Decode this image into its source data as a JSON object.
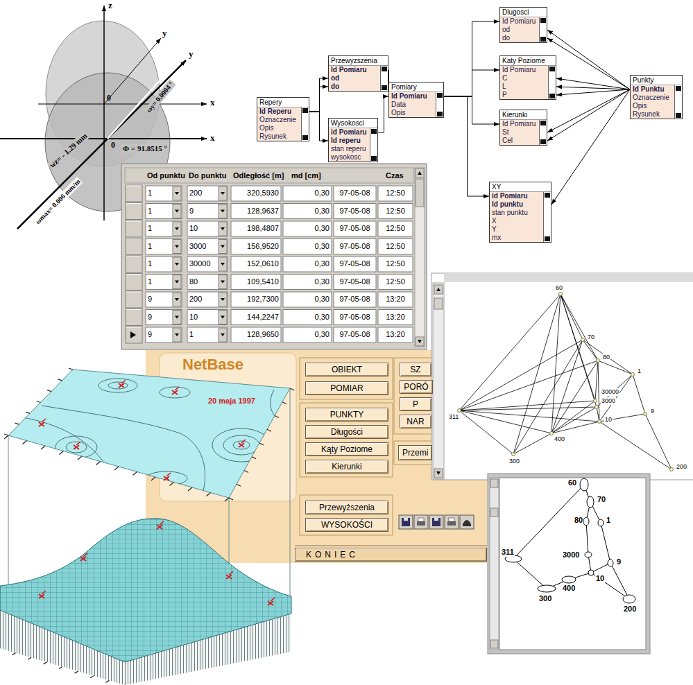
{
  "diagram": {
    "nodes": [
      {
        "text": [
          "Repery",
          "Id Reperu",
          "Oznaczenie",
          "Opis",
          "Rysunek"
        ]
      },
      {
        "text": [
          "Przewyzszenia",
          "Id Pomiaru",
          "od",
          "do"
        ]
      },
      {
        "text": [
          "Wysokosci",
          "id Pomiaru",
          "Id reperu",
          "stan reperu",
          "wysokosc"
        ]
      },
      {
        "text": [
          "Pomiary",
          "Id Pomiaru",
          "Data",
          "Opis"
        ]
      },
      {
        "text": [
          "Dlugosci",
          "Id Pomiaru",
          "od",
          "do"
        ]
      },
      {
        "text": [
          "Katy Poziome",
          "Id Pomiaru",
          "C",
          "L",
          "P"
        ]
      },
      {
        "text": [
          "Kierunki",
          "Id Pomiaru",
          "St",
          "Cel"
        ]
      },
      {
        "text": [
          "XY",
          "id Pomiaru",
          "Id punktu",
          "stan punktu",
          "X",
          "Y",
          "mx"
        ]
      },
      {
        "text": [
          "Punkty",
          "Id Punktu",
          "Oznaczenie",
          "Opis",
          "Rysunek"
        ]
      },
      {
        "text": [
          "NetBase",
          "20 maja 1997"
        ]
      },
      {
        "text": [
          "OBIEKT"
        ],
        "in": 9
      },
      {
        "text": [
          "POMIAR"
        ],
        "in": 9
      },
      {
        "text": [
          "SZ"
        ],
        "in": 9
      },
      {
        "text": [
          "PORÓ"
        ],
        "in": 9
      },
      {
        "text": [
          "P"
        ],
        "in": 9
      },
      {
        "text": [
          "NAR"
        ],
        "in": 9
      },
      {
        "text": [
          "PUNKTY"
        ],
        "in": 9
      },
      {
        "text": [
          "Długości"
        ],
        "in": 9
      },
      {
        "text": [
          "Kąty Poziome"
        ],
        "in": 9
      },
      {
        "text": [
          "Kierunki"
        ],
        "in": 9
      },
      {
        "text": [
          "Przemi"
        ],
        "in": 9
      },
      {
        "text": [
          "Przewyższenia"
        ],
        "in": 9
      },
      {
        "text": [
          "WYSOKOŚCI"
        ],
        "in": 9
      },
      {
        "text": [
          "KONIEC"
        ],
        "in": 9
      }
    ],
    "edges": [
      {
        "from": 0,
        "to": 1,
        "arrow": "to"
      },
      {
        "from": 0,
        "to": 1,
        "arrow": "to"
      },
      {
        "from": 0,
        "to": 2,
        "arrow": "to"
      },
      {
        "from": 1,
        "to": 3,
        "arrow": "to"
      },
      {
        "from": 2,
        "to": 3,
        "arrow": "to"
      },
      {
        "from": 3,
        "to": 4,
        "arrow": "to"
      },
      {
        "from": 3,
        "to": 5,
        "arrow": "to"
      },
      {
        "from": 3,
        "to": 6,
        "arrow": "to"
      },
      {
        "from": 3,
        "to": 7,
        "arrow": "to"
      },
      {
        "from": 8,
        "to": 4,
        "arrow": "to"
      },
      {
        "from": 8,
        "to": 4,
        "arrow": "to"
      },
      {
        "from": 8,
        "to": 5,
        "arrow": "to"
      },
      {
        "from": 8,
        "to": 5,
        "arrow": "to"
      },
      {
        "from": 8,
        "to": 5,
        "arrow": "to"
      },
      {
        "from": 8,
        "to": 6,
        "arrow": "to"
      },
      {
        "from": 8,
        "to": 6,
        "arrow": "to"
      },
      {
        "from": 8,
        "to": 7,
        "arrow": "to"
      }
    ],
    "labels": [
      "z",
      "y",
      "y",
      "x",
      "x",
      "0",
      "0",
      "wz= - 1.29 mm",
      "ωy= 0.0004 °",
      "ωmax= 0.006 mm/m",
      "Φ = 91.8515 °",
      "Od punktu",
      "Do punktu",
      "Odległość [m]",
      "md [cm]",
      "Czas",
      "1",
      "200",
      "320,5930",
      "0,30",
      "97-05-08",
      "12:50",
      "1",
      "9",
      "128,9637",
      "0,30",
      "97-05-08",
      "12:50",
      "1",
      "10",
      "198,4807",
      "0,30",
      "97-05-08",
      "12:50",
      "1",
      "3000",
      "156,9520",
      "0,30",
      "97-05-08",
      "12:50",
      "1",
      "30000",
      "152,0610",
      "0,30",
      "97-05-08",
      "12:50",
      "1",
      "80",
      "109,5410",
      "0,30",
      "97-05-08",
      "12:50",
      "9",
      "200",
      "192,7300",
      "0,30",
      "97-05-08",
      "13:20",
      "9",
      "10",
      "144,2247",
      "0,30",
      "97-05-08",
      "13:20",
      "9",
      "1",
      "128,9650",
      "0,30",
      "97-05-08",
      "13:20",
      "60",
      "70",
      "80",
      "1",
      "9",
      "30000",
      "3000",
      "10",
      "400",
      "300",
      "311",
      "200",
      "60",
      "70",
      "80",
      "1",
      "3000",
      "10",
      "9",
      "311",
      "300",
      "400",
      "200"
    ]
  }
}
